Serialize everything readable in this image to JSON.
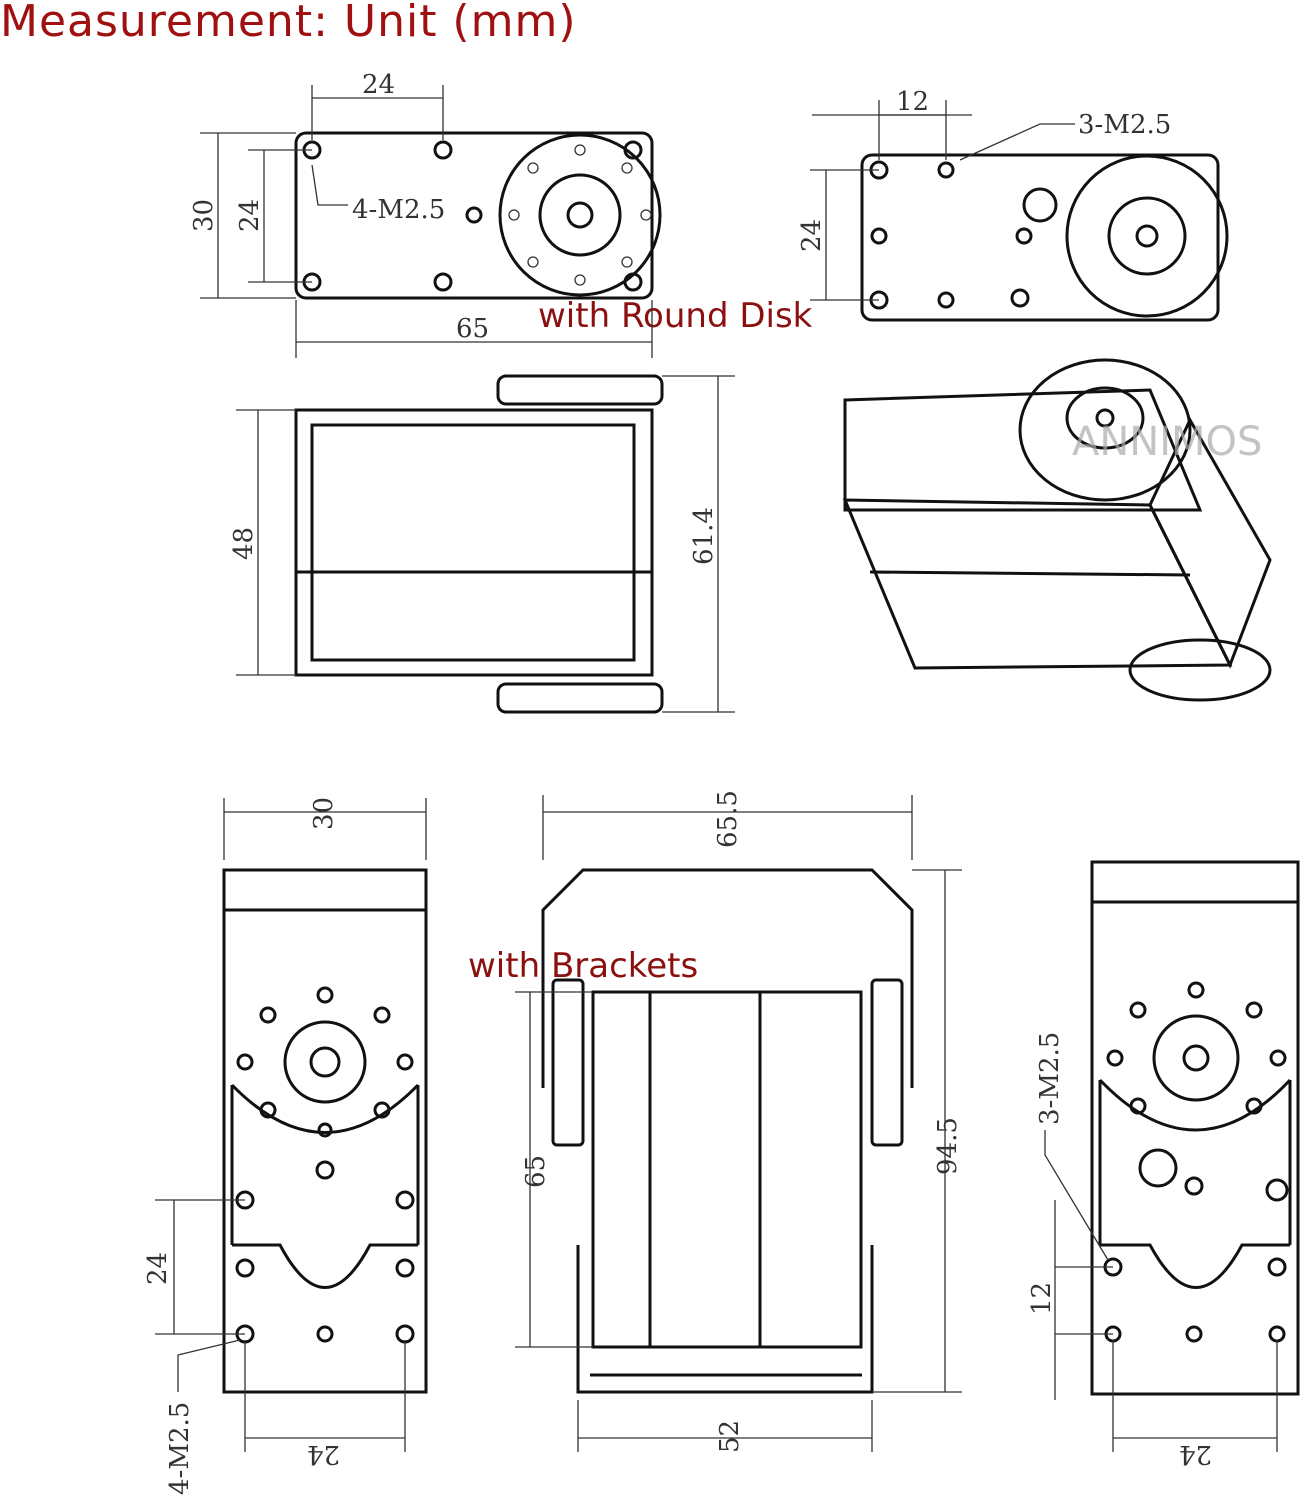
{
  "title": "Measurement: Unit (mm)",
  "captions": {
    "round_disk": "with Round Disk",
    "brackets": "with Brackets"
  },
  "watermark": "ANNIMOS",
  "dims": {
    "top_left": {
      "w24": "24",
      "h30": "30",
      "h24": "24",
      "holes": "4-M2.5",
      "w65": "65"
    },
    "top_right": {
      "w12": "12",
      "holes": "3-M2.5",
      "h24": "24"
    },
    "side": {
      "h48": "48",
      "h61": "61.4"
    },
    "bracket_left": {
      "w30": "30",
      "h24": "24",
      "holes": "4-M2.5",
      "w24": "24"
    },
    "bracket_mid": {
      "w65_5": "65.5",
      "h65": "65",
      "h94_5": "94.5",
      "w52": "52"
    },
    "bracket_right": {
      "holes": "3-M2.5",
      "h12": "12",
      "w24": "24"
    }
  }
}
